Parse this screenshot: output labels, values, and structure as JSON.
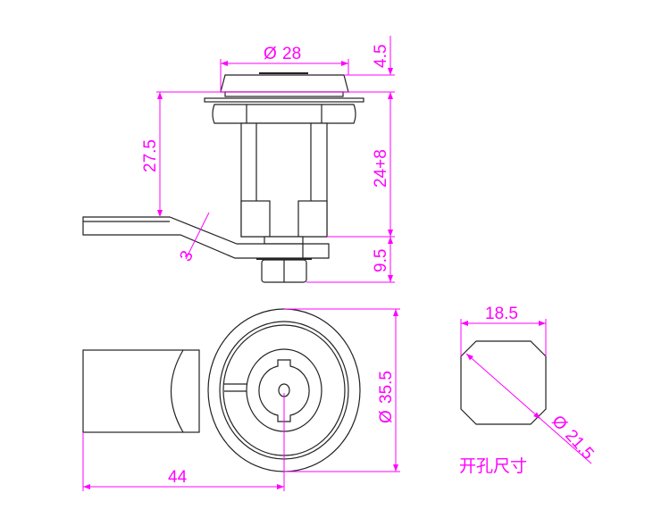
{
  "dimensions": {
    "cap_diameter": "28",
    "cap_height": "4.5",
    "panel_to_cam": "27.5",
    "body_length": "24+8",
    "nut_height": "9.5",
    "cam_thickness": "3",
    "flange_diameter": "35.5",
    "cam_length": "44",
    "cutout_width": "18.5",
    "cutout_diameter": "21.5"
  },
  "diameter_symbol": "Ø",
  "cutout_label": "开孔尺寸",
  "colors": {
    "dimension": "#ff00ff",
    "outline": "#222222"
  }
}
